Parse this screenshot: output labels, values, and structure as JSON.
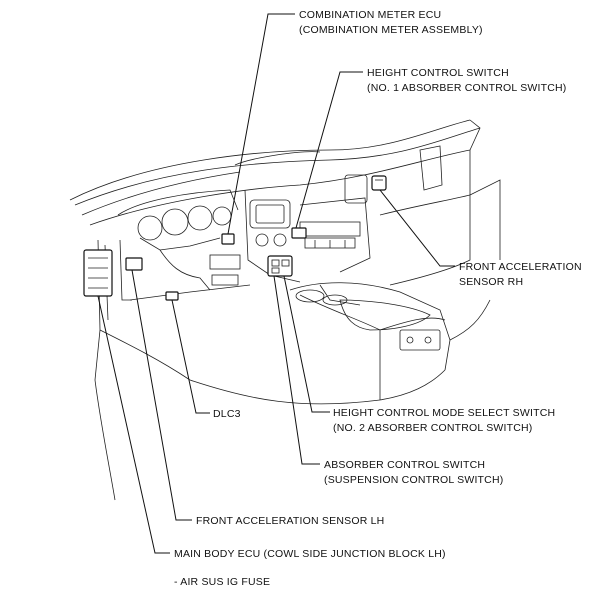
{
  "labels": {
    "combination_meter_ecu": [
      "COMBINATION METER ECU",
      "(COMBINATION METER ASSEMBLY)"
    ],
    "height_control_switch": [
      "HEIGHT CONTROL SWITCH",
      "(NO. 1 ABSORBER CONTROL SWITCH)"
    ],
    "front_accel_sensor_rh": [
      "FRONT ACCELERATION",
      "SENSOR RH"
    ],
    "dlc3": [
      "DLC3"
    ],
    "height_control_mode_select_switch": [
      "HEIGHT CONTROL MODE SELECT SWITCH",
      "(NO. 2 ABSORBER CONTROL SWITCH)"
    ],
    "absorber_control_switch": [
      "ABSORBER CONTROL SWITCH",
      "(SUSPENSION CONTROL SWITCH)"
    ],
    "front_accel_sensor_lh": [
      "FRONT ACCELERATION SENSOR LH"
    ],
    "main_body_ecu": [
      "MAIN BODY ECU (COWL SIDE JUNCTION BLOCK LH)"
    ],
    "air_sus_ig_fuse": [
      "- AIR SUS IG FUSE"
    ]
  }
}
